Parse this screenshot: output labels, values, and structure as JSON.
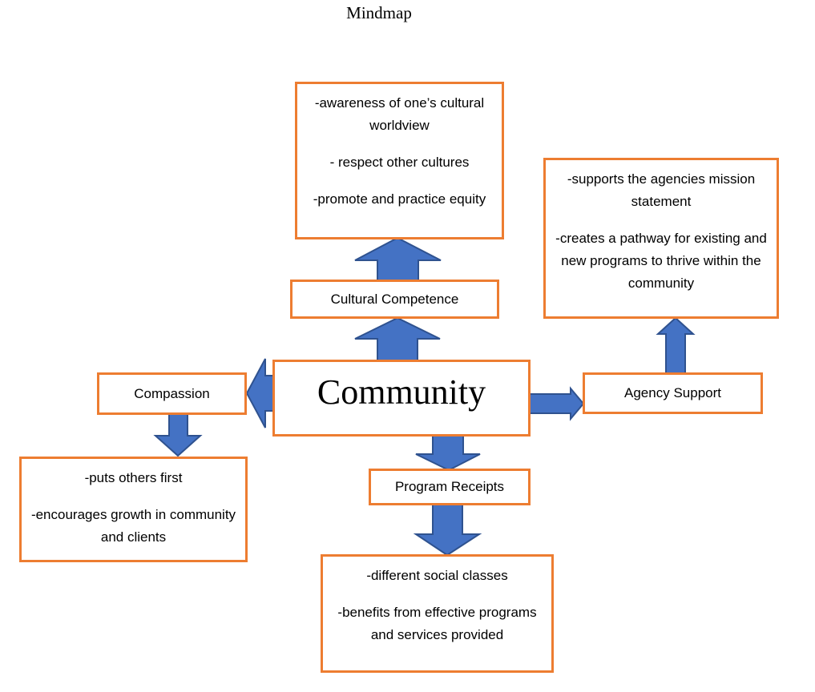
{
  "title": "Mindmap",
  "colors": {
    "box_border": "#ED7D31",
    "arrow_fill": "#4472C4",
    "arrow_stroke": "#2F528F"
  },
  "center": {
    "label": "Community"
  },
  "branches": {
    "cultural_competence": {
      "label": "Cultural Competence",
      "details": [
        "-awareness of one’s cultural worldview",
        "- respect other cultures",
        "-promote and practice equity"
      ]
    },
    "agency_support": {
      "label": "Agency Support",
      "details": [
        "-supports the agencies mission statement",
        "-creates a pathway for existing and new programs to thrive within the community"
      ]
    },
    "compassion": {
      "label": "Compassion",
      "details": [
        "-puts others first",
        "-encourages growth in community and clients"
      ]
    },
    "program_receipts": {
      "label": "Program Receipts",
      "details": [
        "-different social classes",
        "-benefits from effective programs and services provided"
      ]
    }
  }
}
